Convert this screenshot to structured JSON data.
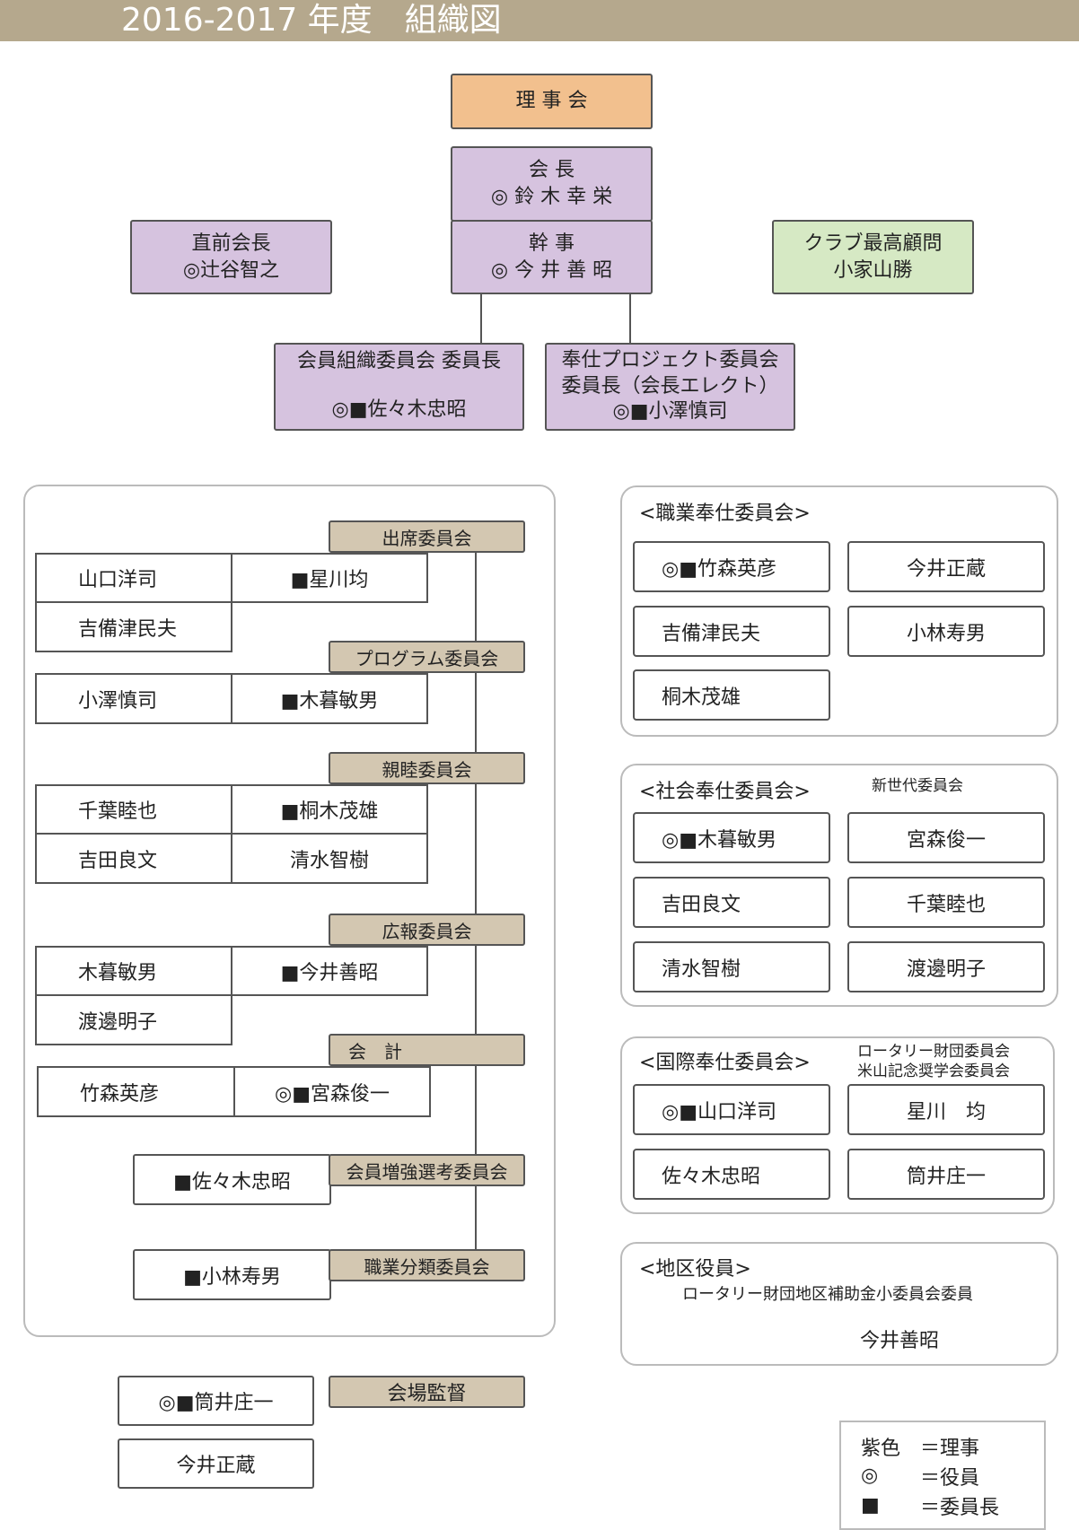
{
  "header": {
    "title": "2016-2017 年度　組織図"
  },
  "top": {
    "board": "理 事 会",
    "president": {
      "role": "会 長",
      "name": "◎ 鈴 木 幸 栄"
    },
    "secretary": {
      "role": "幹 事",
      "name": "◎ 今 井 善 昭"
    },
    "past_president": {
      "role": "直前会長",
      "name": "◎辻谷智之"
    },
    "advisor": {
      "role": "クラブ最高顧問",
      "name": "小家山勝"
    },
    "membership": {
      "line1": "会員組織委員会 委員長",
      "name": "◎■佐々木忠昭"
    },
    "service": {
      "line1": "奉仕プロジェクト委員会",
      "line2": "委員長（会長エレクト）",
      "name": "◎■小澤慎司"
    }
  },
  "left_committees": {
    "attendance": {
      "label": "出席委員会",
      "members": [
        "山口洋司",
        "■星川均",
        "吉備津民夫"
      ]
    },
    "program": {
      "label": "プログラム委員会",
      "members": [
        "小澤慎司",
        "■木暮敏男"
      ]
    },
    "fellowship": {
      "label": "親睦委員会",
      "members": [
        "千葉睦也",
        "■桐木茂雄",
        "吉田良文",
        "清水智樹"
      ]
    },
    "pr": {
      "label": "広報委員会",
      "members": [
        "木暮敏男",
        "■今井善昭",
        "渡邊明子"
      ]
    },
    "treasurer": {
      "label": "会　計",
      "members": [
        "竹森英彦",
        "◎■宮森俊一"
      ]
    },
    "increase": {
      "label": "会員増強選考委員会",
      "members": [
        "■佐々木忠昭"
      ]
    },
    "classification": {
      "label": "職業分類委員会",
      "members": [
        "■小林寿男"
      ]
    }
  },
  "venue": {
    "label": "会場監督",
    "members": [
      "◎■筒井庄一",
      "今井正蔵"
    ]
  },
  "vocational": {
    "title": "<職業奉仕委員会>",
    "members": [
      "◎■竹森英彦",
      "今井正蔵",
      "吉備津民夫",
      "小林寿男",
      "桐木茂雄"
    ]
  },
  "community": {
    "title": "<社会奉仕委員会>",
    "note": "新世代委員会",
    "members": [
      "◎■木暮敏男",
      "宮森俊一",
      "吉田良文",
      "千葉睦也",
      "清水智樹",
      "渡邊明子"
    ]
  },
  "international": {
    "title": "<国際奉仕委員会>",
    "note1": "ロータリー財団委員会",
    "note2": "米山記念奨学会委員会",
    "members": [
      "◎■山口洋司",
      "星川　均",
      "佐々木忠昭",
      "筒井庄一"
    ]
  },
  "district": {
    "title": "<地区役員>",
    "subtitle": "ロータリー財団地区補助金小委員会委員",
    "name": "今井善昭"
  },
  "legend": [
    {
      "key": "紫色",
      "value": "＝理事"
    },
    {
      "key": "◎",
      "value": "＝役員"
    },
    {
      "key": "■",
      "value": "＝委員長"
    }
  ],
  "colors": {
    "header": "#b5a88d",
    "board": "#f2c08e",
    "officer": "#d6c3df",
    "advisor": "#d6e9c4",
    "committee_label": "#d3c7b1"
  }
}
